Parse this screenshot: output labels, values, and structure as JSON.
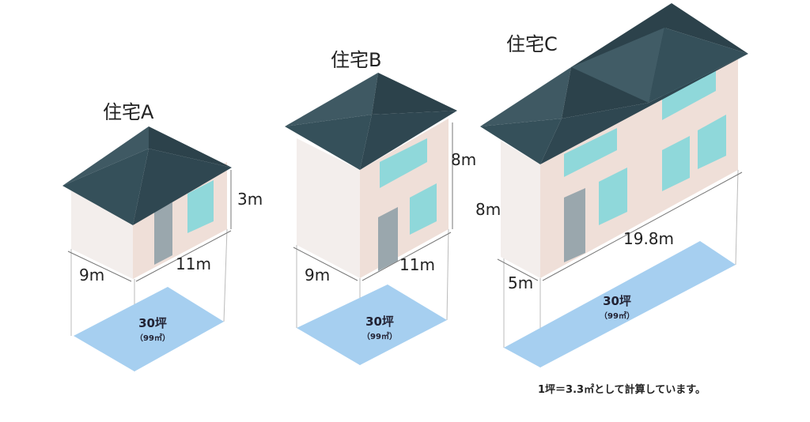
{
  "houses": [
    {
      "name": "住宅A",
      "width": "9m",
      "depth": "11m",
      "height": "3m",
      "area_tsubo": "30坪",
      "area_m2": "（99㎡）"
    },
    {
      "name": "住宅B",
      "width": "9m",
      "depth": "11m",
      "height": "8m",
      "area_tsubo": "30坪",
      "area_m2": "（99㎡）"
    },
    {
      "name": "住宅C",
      "width": "5m",
      "depth": "19.8m",
      "height": "8m",
      "area_tsubo": "30坪",
      "area_m2": "（99㎡）"
    }
  ],
  "footnote": "1坪＝3.3㎡として計算しています。",
  "colors": {
    "roof": "#35505a",
    "roof_dark": "#2c424b",
    "wall_side": "#f3eeec",
    "wall_front": "#efdfd8",
    "window": "#8fd8da",
    "footprint": "#a6cff0"
  }
}
